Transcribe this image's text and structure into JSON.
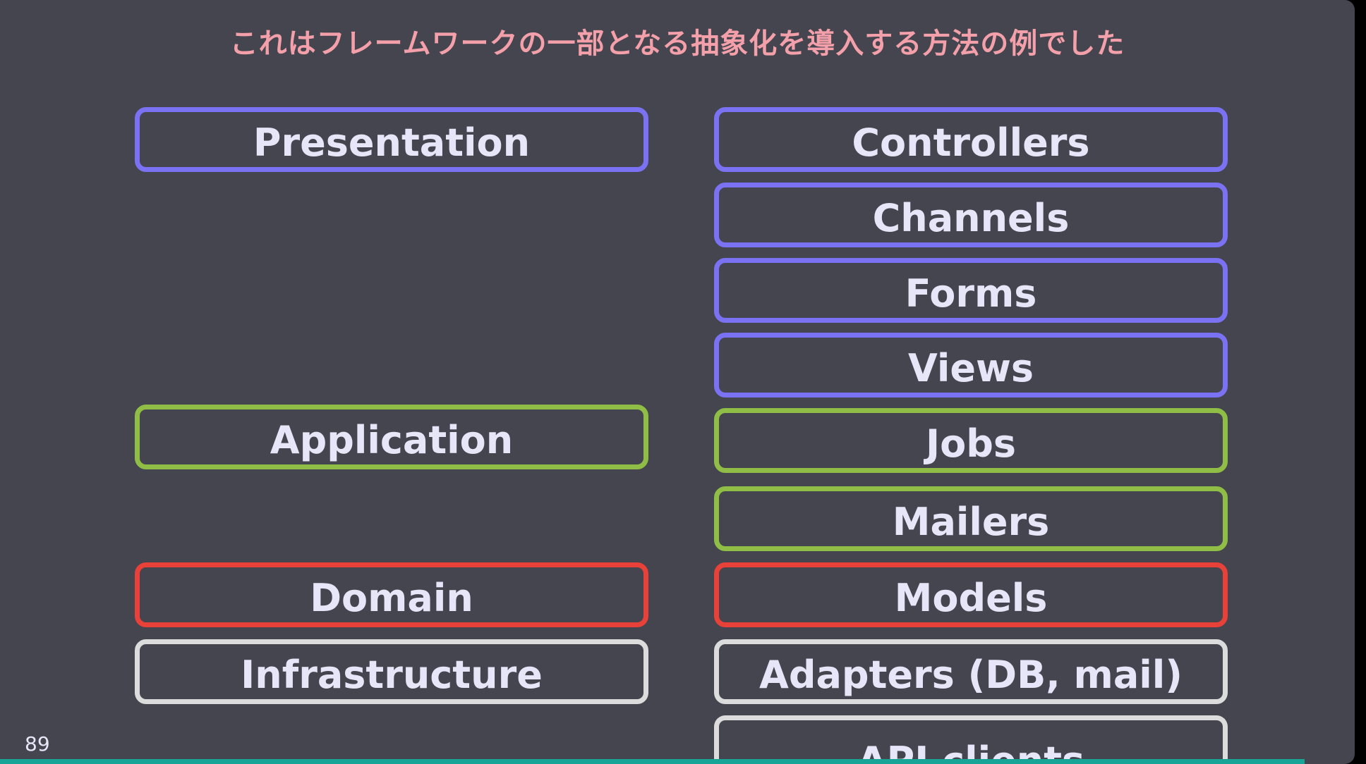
{
  "colors": {
    "background": "#45454f",
    "title": "#f4a0aa",
    "text": "#e6e6f8",
    "presentation": "#7a72f2",
    "application": "#8fbd45",
    "domain": "#e8413a",
    "infrastructure": "#dcdcdc",
    "progress": "#16a596"
  },
  "title": "これはフレームワークの一部となる抽象化を導入する方法の例でした",
  "layers": [
    {
      "label": "Presentation",
      "layer": "presentation"
    },
    {
      "label": "Application",
      "layer": "application"
    },
    {
      "label": "Domain",
      "layer": "domain"
    },
    {
      "label": "Infrastructure",
      "layer": "infrastructure"
    }
  ],
  "components": [
    {
      "label": "Controllers",
      "layer": "presentation"
    },
    {
      "label": "Channels",
      "layer": "presentation"
    },
    {
      "label": "Forms",
      "layer": "presentation"
    },
    {
      "label": "Views",
      "layer": "presentation"
    },
    {
      "label": "Jobs",
      "layer": "application"
    },
    {
      "label": "Mailers",
      "layer": "application"
    },
    {
      "label": "Models",
      "layer": "domain"
    },
    {
      "label": "Adapters (DB, mail)",
      "layer": "infrastructure"
    },
    {
      "label": "API clients",
      "layer": "infrastructure"
    }
  ],
  "page_number": "89",
  "progress": 0.955
}
